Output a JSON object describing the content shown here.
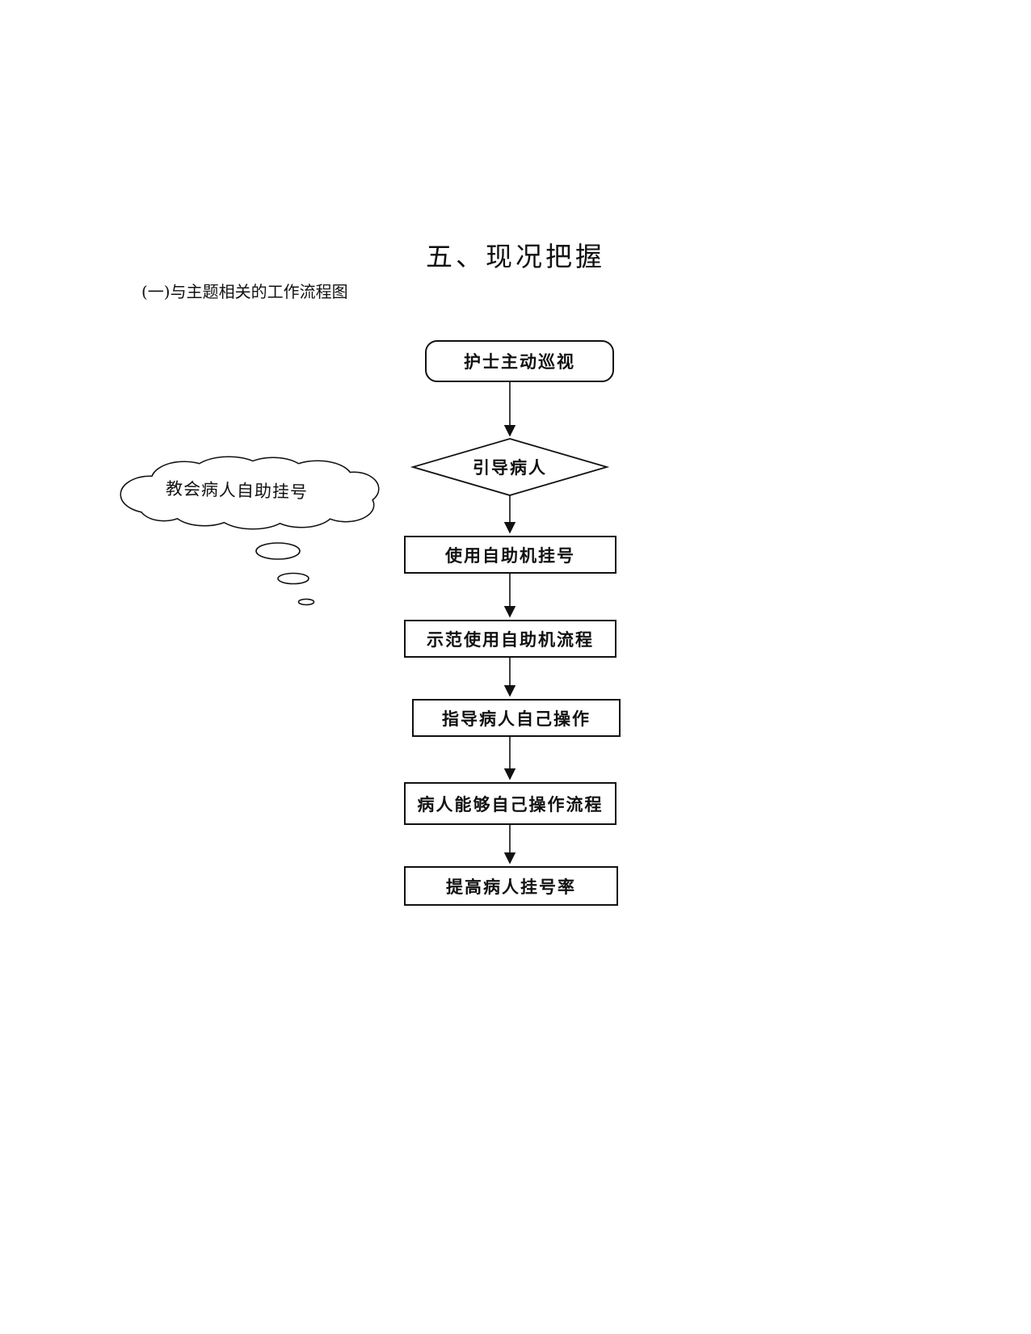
{
  "doc": {
    "title": "五、现况把握",
    "subtitle": "(一)与主题相关的工作流程图"
  },
  "flow": {
    "nodes": [
      {
        "type": "terminator",
        "label": "护士主动巡视"
      },
      {
        "type": "decision",
        "label": "引导病人"
      },
      {
        "type": "process",
        "label": "使用自助机挂号"
      },
      {
        "type": "process",
        "label": "示范使用自助机流程"
      },
      {
        "type": "process",
        "label": "指导病人自己操作"
      },
      {
        "type": "process",
        "label": "病人能够自己操作流程"
      },
      {
        "type": "process",
        "label": "提高病人挂号率"
      }
    ],
    "callout": {
      "type": "thought-cloud",
      "label": "教会病人自助挂号"
    }
  },
  "colors": {
    "line": "#111111",
    "background": "#ffffff",
    "text": "#111111"
  }
}
